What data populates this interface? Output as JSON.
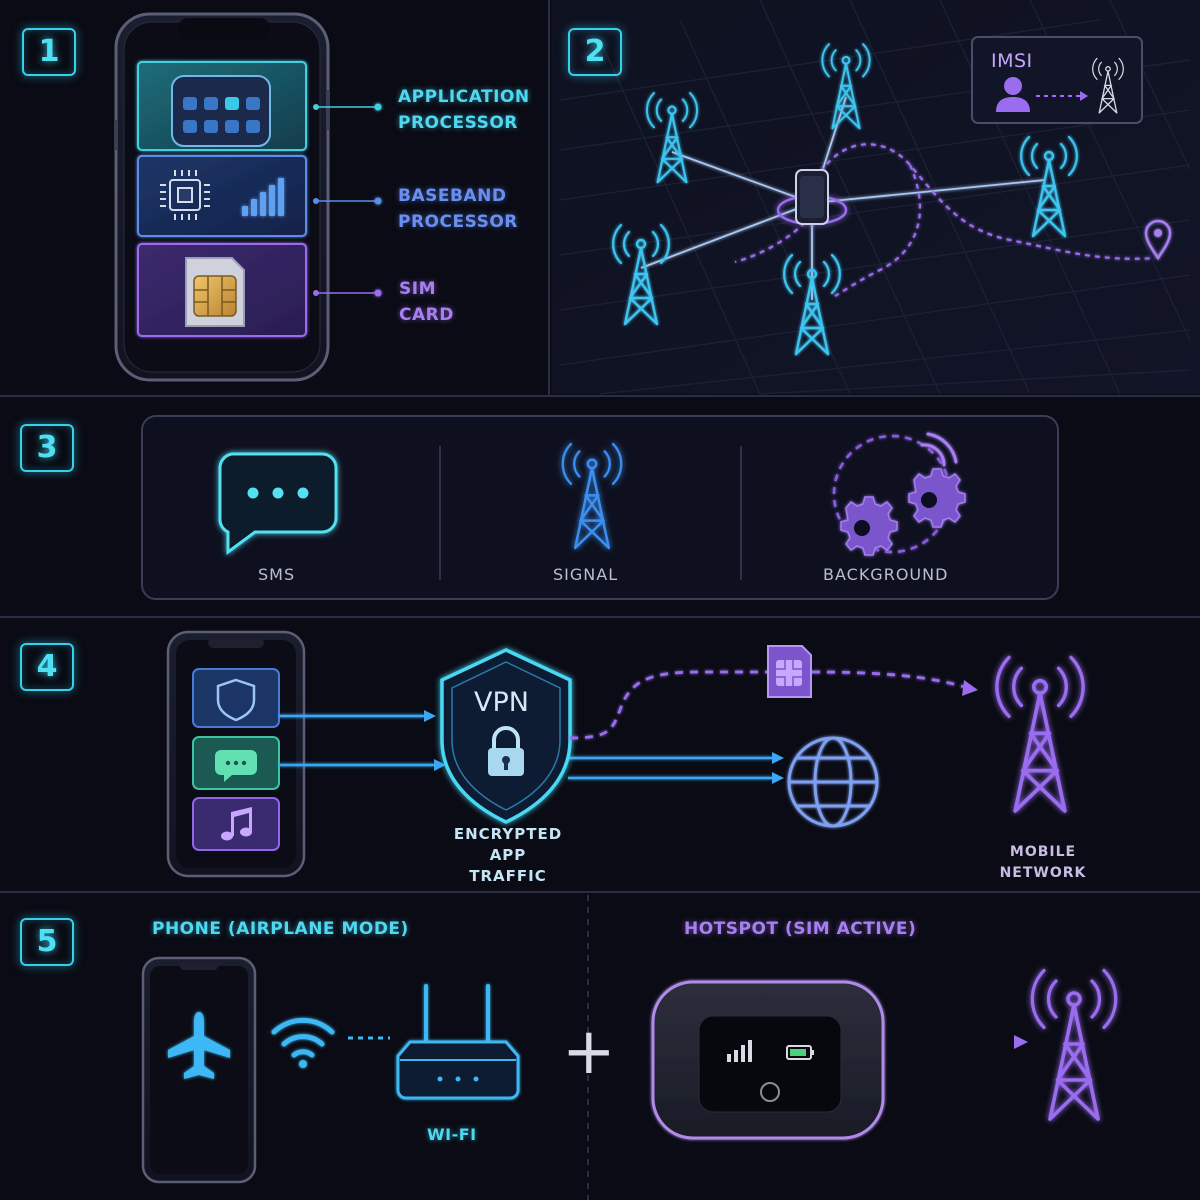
{
  "steps": [
    "1",
    "2",
    "3",
    "4",
    "5"
  ],
  "panel1": {
    "application_processor": [
      "APPLICATION",
      "PROCESSOR"
    ],
    "baseband_processor": [
      "BASEBAND",
      "PROCESSOR"
    ],
    "sim_card": [
      "SIM",
      "CARD"
    ]
  },
  "panel2": {
    "imsi_label": "IMSI"
  },
  "panel3": {
    "sms_label": "SMS",
    "signal_label": "SIGNAL",
    "background_label": "BACKGROUND"
  },
  "panel4": {
    "vpn_label": "VPN",
    "encrypted_traffic": [
      "ENCRYPTED",
      "APP TRAFFIC"
    ],
    "mobile_network": [
      "MOBILE",
      "NETWORK"
    ]
  },
  "panel5": {
    "phone_heading": "PHONE (AIRPLANE MODE)",
    "hotspot_heading": "HOTSPOT (SIM ACTIVE)",
    "wifi_label": "WI-FI",
    "plus_sign": "+"
  },
  "colors": {
    "background": "#0a0b14",
    "cyan": "#35d0ea",
    "blue": "#4a8ff0",
    "purple": "#9a6cf0",
    "divider": "#2a2d45"
  },
  "icons": [
    "app-grid-icon",
    "chip-icon",
    "signal-bars-icon",
    "sim-card-icon",
    "cell-tower-icon",
    "user-icon",
    "location-pin-icon",
    "chat-bubble-icon",
    "gears-icon",
    "shield-icon",
    "lock-icon",
    "music-note-icon",
    "globe-icon",
    "airplane-icon",
    "wifi-icon",
    "router-icon",
    "battery-icon"
  ]
}
